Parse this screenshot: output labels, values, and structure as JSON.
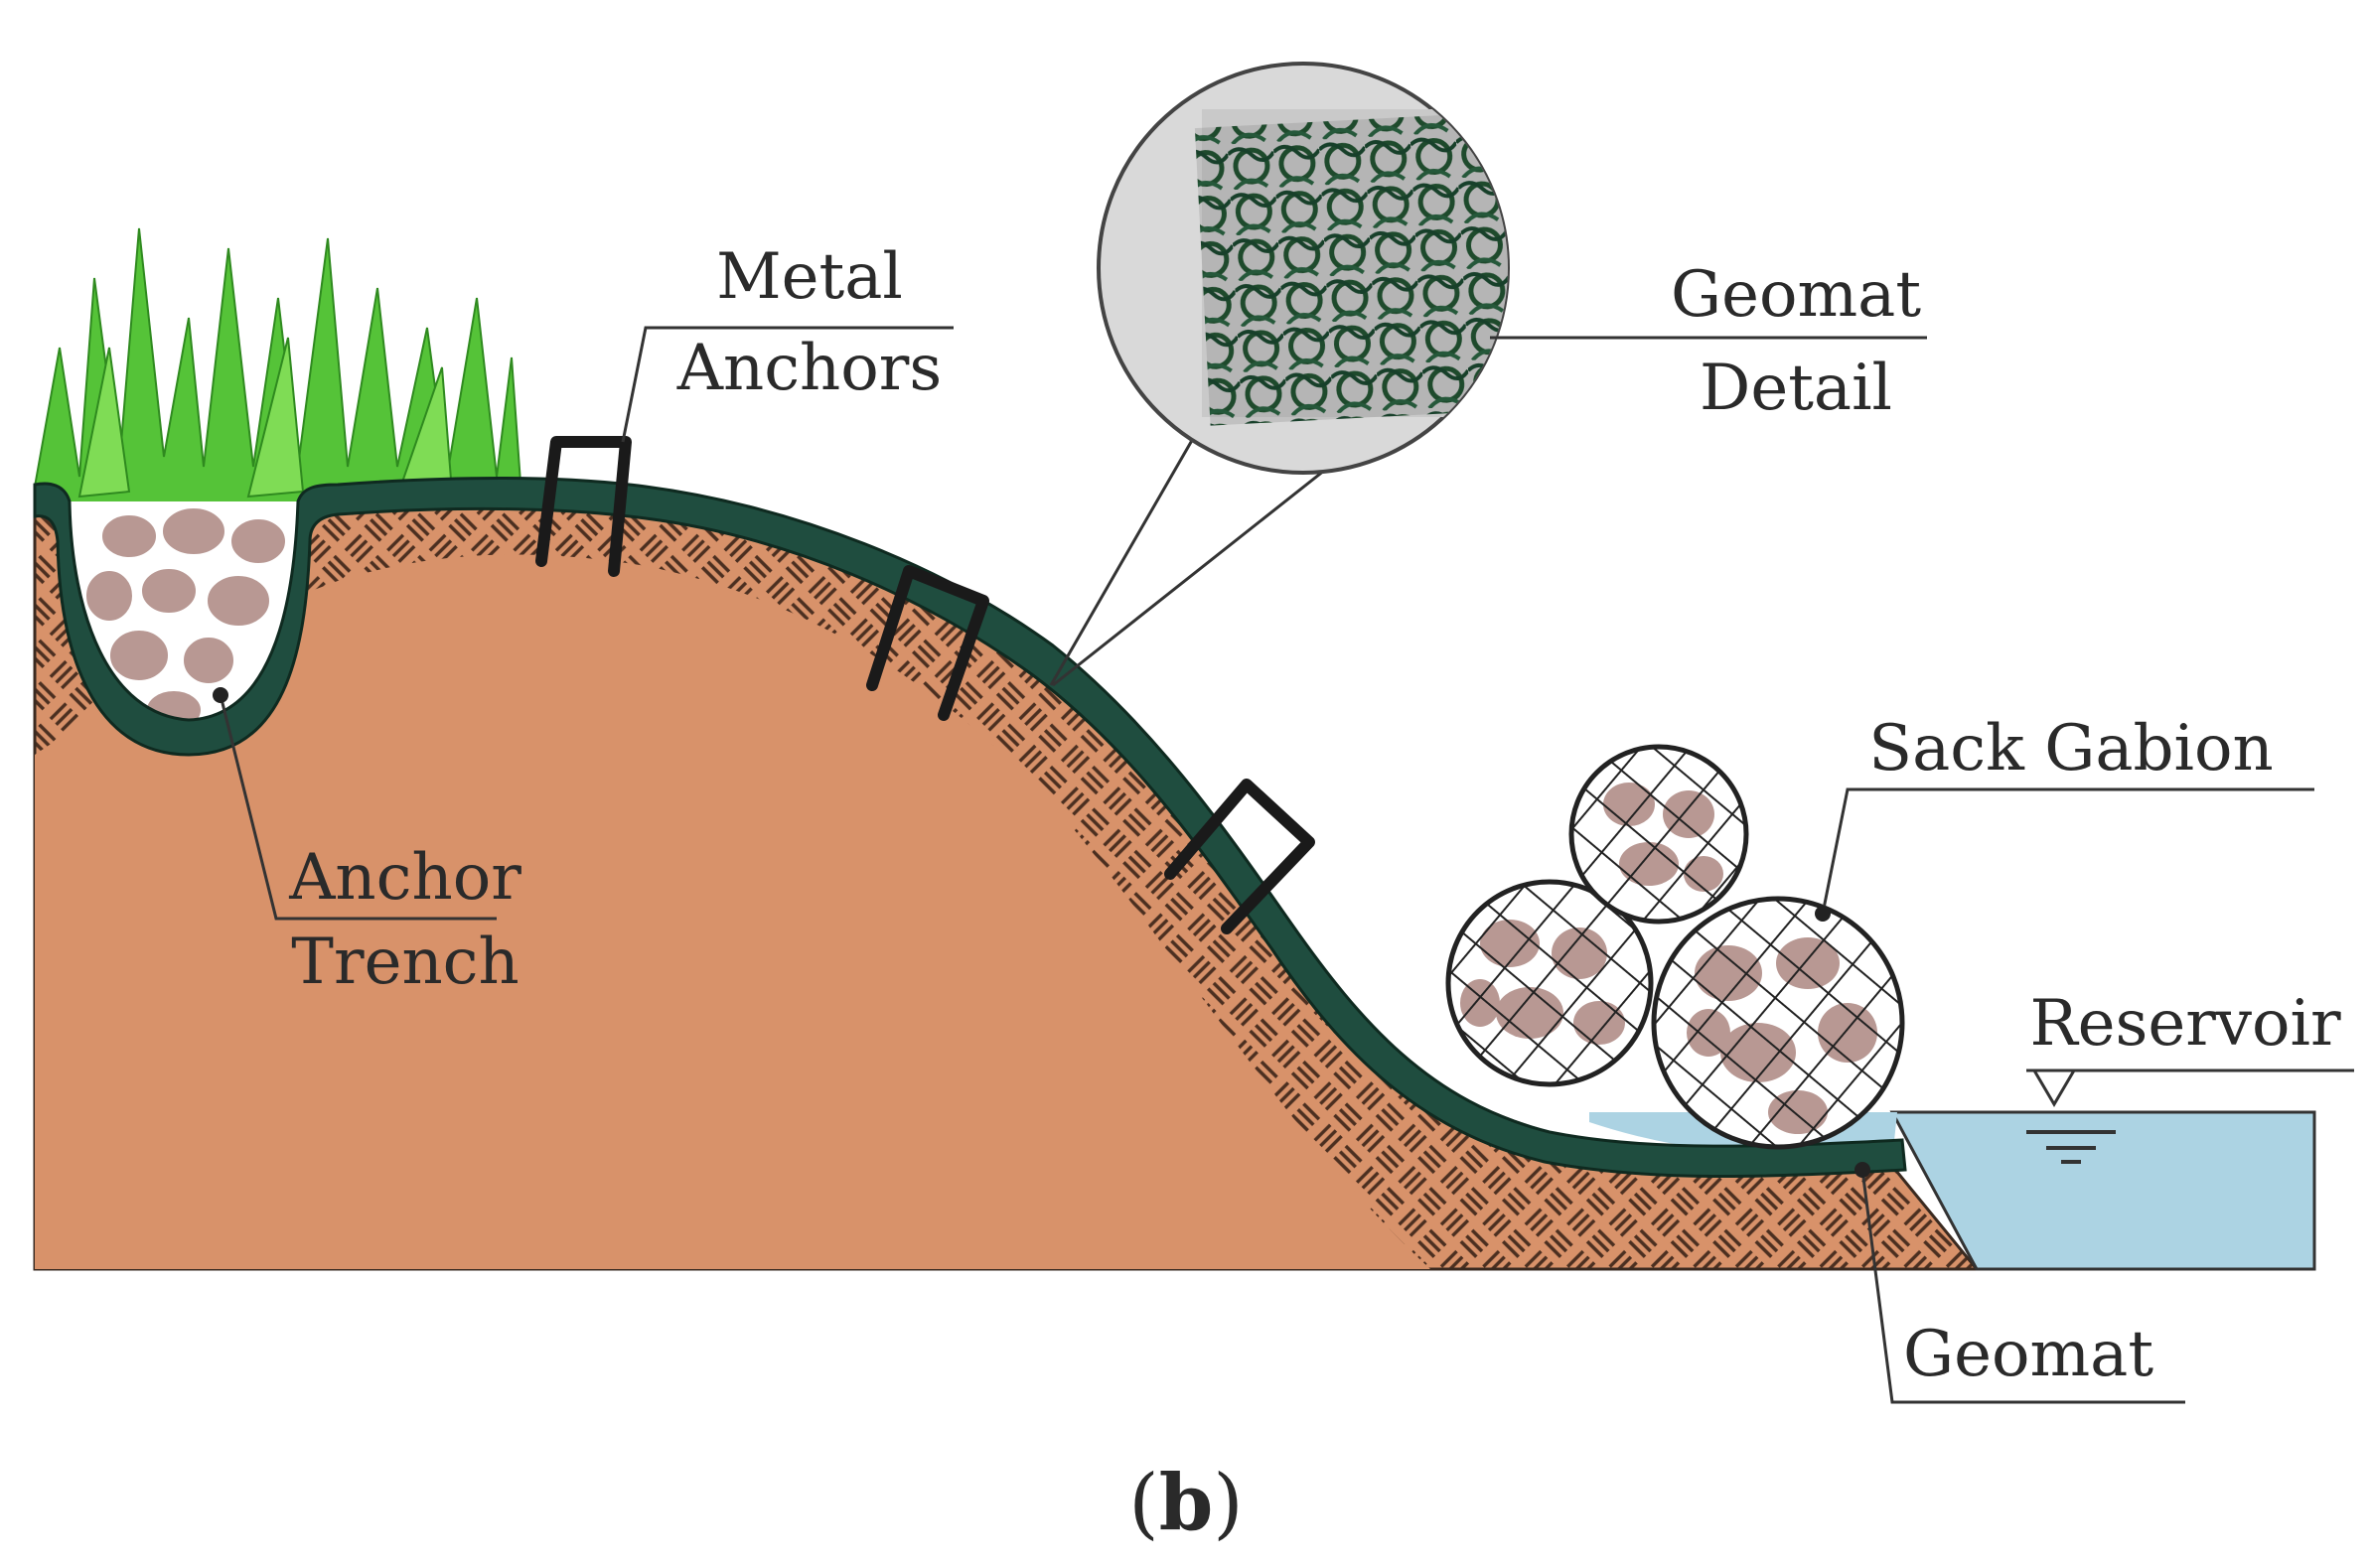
{
  "labels": {
    "metal_anchors_line1": "Metal",
    "metal_anchors_line2": "Anchors",
    "geomat_detail_line1": "Geomat",
    "geomat_detail_line2": "Detail",
    "sack_gabion": "Sack Gabion",
    "reservoir": "Reservoir",
    "anchor_trench_line1": "Anchor",
    "anchor_trench_line2": "Trench",
    "geomat": "Geomat"
  },
  "caption": {
    "open": "(",
    "letter": "b",
    "close": ")"
  },
  "colors": {
    "soil": "#d8926a",
    "soil_hatch": "#5a3a28",
    "geomat": "#1f4d3f",
    "grass": "#55c338",
    "stones": "#b89893",
    "water": "#acd3e3",
    "anchor": "#1a1a1a",
    "line": "#333333"
  }
}
